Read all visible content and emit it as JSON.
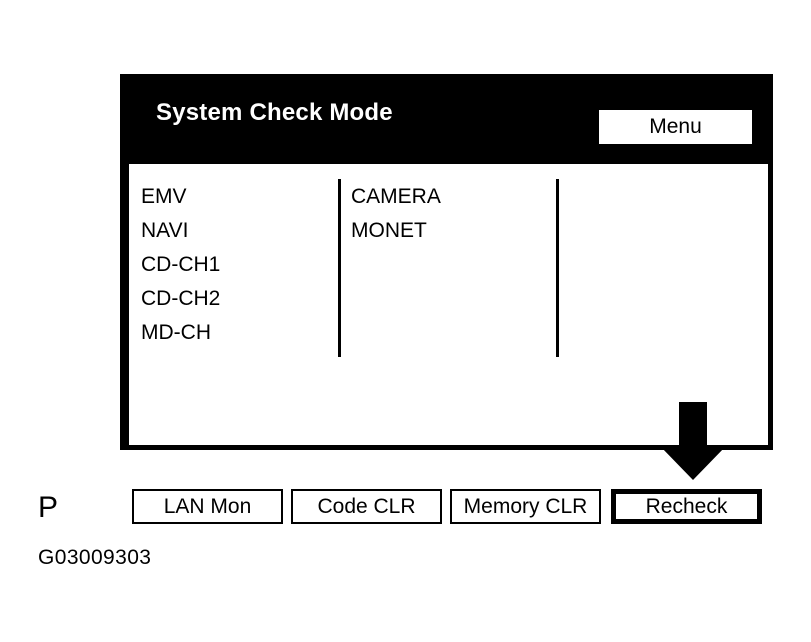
{
  "screen": {
    "title": "System Check Mode",
    "menu_button_label": "Menu",
    "columns": [
      {
        "name": "column-1",
        "items": [
          "EMV",
          "NAVI",
          "CD-CH1",
          "CD-CH2",
          "MD-CH"
        ]
      },
      {
        "name": "column-2",
        "items": [
          "CAMERA",
          "MONET"
        ]
      }
    ],
    "buttons": [
      {
        "label": "LAN Mon",
        "selected": false
      },
      {
        "label": "Code CLR",
        "selected": false
      },
      {
        "label": "Memory CLR",
        "selected": false
      },
      {
        "label": "Recheck",
        "selected": true
      }
    ],
    "annotation": {
      "arrow_icon": "arrow-down-icon",
      "points_to": "Recheck"
    }
  },
  "caption": {
    "letter": "P",
    "code": "G03009303"
  },
  "colors": {
    "background": "#ffffff",
    "foreground": "#000000",
    "title_bar_bg": "#000000",
    "title_text": "#ffffff"
  }
}
